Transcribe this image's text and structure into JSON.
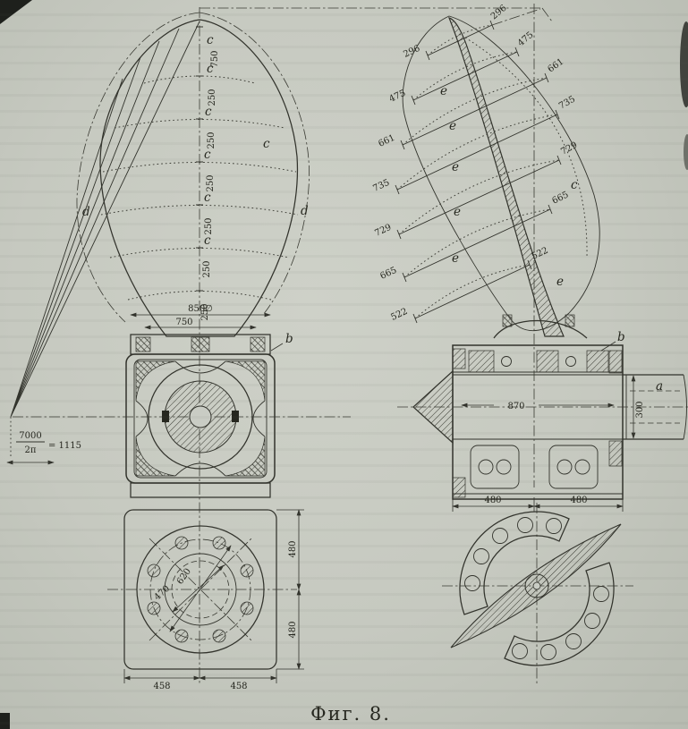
{
  "figure": {
    "caption": "Фиг. 8."
  },
  "front_view": {
    "curve_label": "c",
    "outline_label": "d",
    "flange_label": "b",
    "tip_spacing": "750",
    "section_spacing": "250",
    "root_diameter": "850∅",
    "root_width": "750",
    "pitch_radius_numerator": "7000",
    "pitch_radius_denominator": "2π",
    "pitch_radius_value": "= 1115",
    "bolt_circle_diameter": "620",
    "bore_diameter": "470",
    "plate_half_height_top": "480",
    "plate_half_height_bottom": "480",
    "plate_half_width_left": "458",
    "plate_half_width_right": "458"
  },
  "side_view": {
    "section_label": "e",
    "curve_label": "c",
    "shaft_label": "a",
    "flange_label": "b",
    "section_widths": [
      "296",
      "475",
      "661",
      "735",
      "729",
      "665",
      "522"
    ],
    "hub_length": "870",
    "shaft_diameter": "300",
    "hub_half_width_left": "480",
    "hub_half_width_right": "480"
  }
}
